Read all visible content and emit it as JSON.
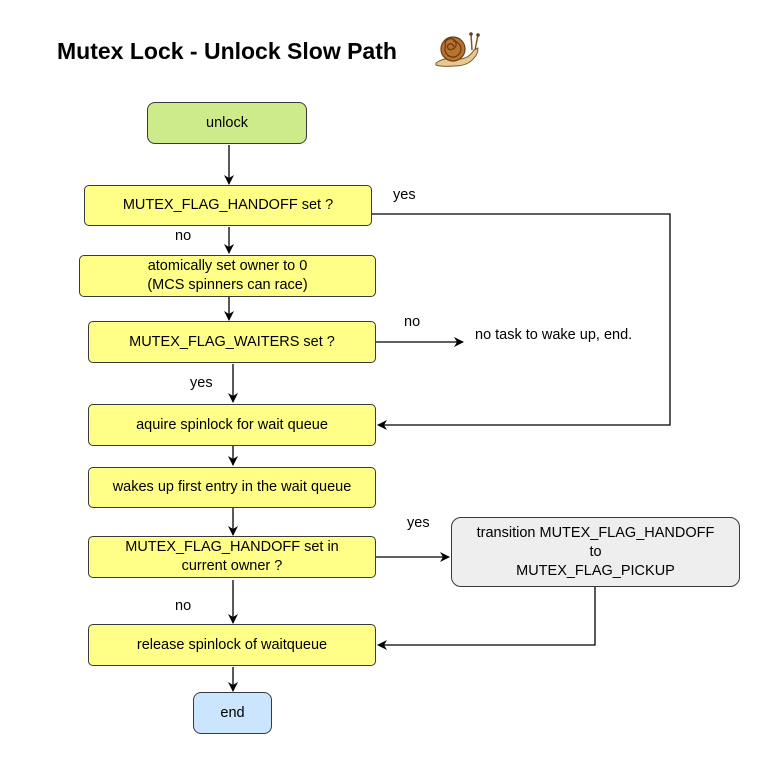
{
  "title": "Mutex Lock - Unlock Slow Path",
  "title_icon": "snail-icon",
  "colors": {
    "start_fill": "#cdeb8b",
    "process_fill": "#ffff88",
    "end_fill": "#cce5ff",
    "side_fill": "#eeeeee",
    "border": "#36393d"
  },
  "nodes": {
    "unlock": "unlock",
    "handoff_check": "MUTEX_FLAG_HANDOFF set ?",
    "set_owner": "atomically set owner to 0\n(MCS spinners can race)",
    "waiters_check": "MUTEX_FLAG_WAITERS set ?",
    "no_task": "no task to wake up, end.",
    "acquire_spinlock": "aquire spinlock for wait queue",
    "wake_first": "wakes up first entry in the wait queue",
    "handoff_owner_check": "MUTEX_FLAG_HANDOFF set in\ncurrent owner ?",
    "transition": "transition MUTEX_FLAG_HANDOFF\nto\nMUTEX_FLAG_PICKUP",
    "release_spinlock": "release spinlock of waitqueue",
    "end": "end"
  },
  "edge_labels": {
    "handoff_yes": "yes",
    "handoff_no": "no",
    "waiters_no": "no",
    "waiters_yes": "yes",
    "owner_yes": "yes",
    "owner_no": "no"
  }
}
